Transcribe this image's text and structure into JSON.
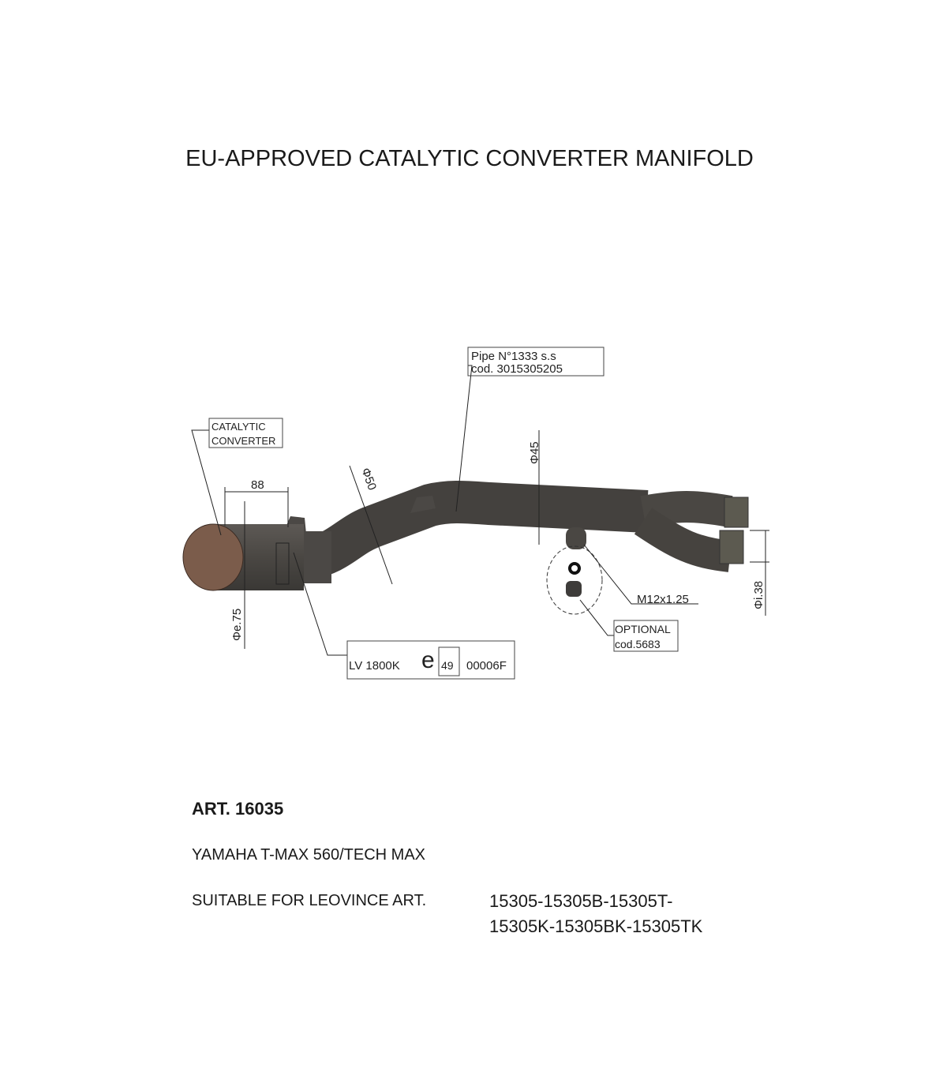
{
  "title": "EU-APPROVED CATALYTIC CONVERTER MANIFOLD",
  "drawing": {
    "pipe_label": [
      "Pipe N°1333 s.s",
      "cod. 3015305205"
    ],
    "catalytic_label": [
      "CATALYTIC",
      "CONVERTER"
    ],
    "dim_88": "88",
    "dim_50": "Φ50",
    "dim_45": "Φ45",
    "dim_e75": "Φe.75",
    "dim_i38": "Φi.38",
    "thread": "M12x1.25",
    "optional_label": [
      "OPTIONAL",
      "cod.5683"
    ],
    "homologation": {
      "code": "LV 1800K",
      "mark": "e",
      "mark_number": "49",
      "serial": "00006F"
    }
  },
  "article": "ART. 16035",
  "model": "YAMAHA T-MAX 560/TECH MAX",
  "suitable_prefix": "SUITABLE FOR LEOVINCE ART.",
  "suitable_lines": [
    "15305-15305B-15305T-",
    "15305K-15305BK-15305TK"
  ],
  "colors": {
    "pipe": "#4b4845",
    "cap": "#7b5c4b"
  }
}
